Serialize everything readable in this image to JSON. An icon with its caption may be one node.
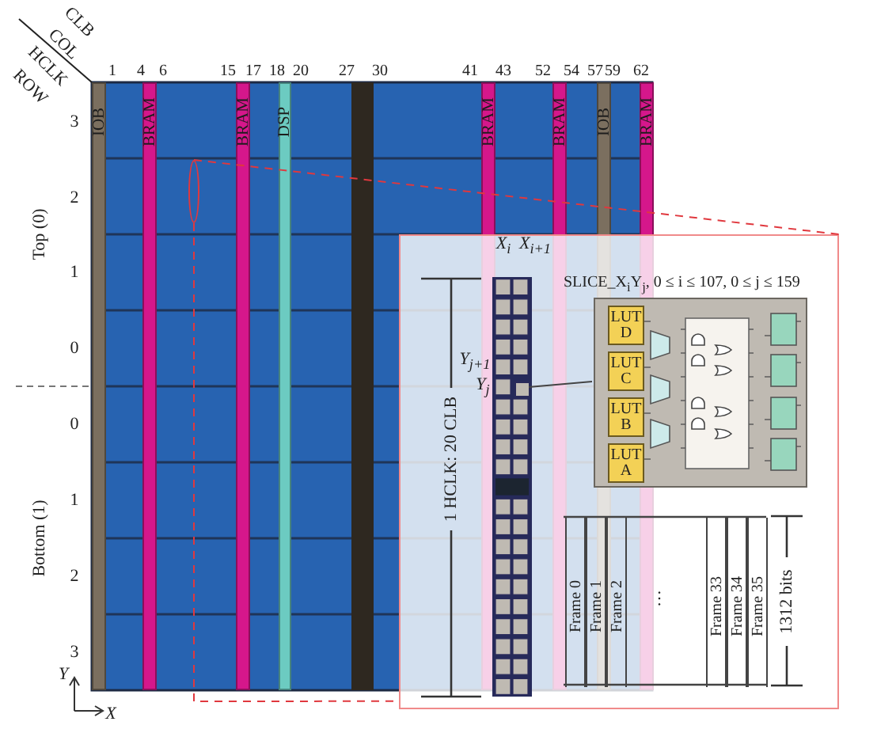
{
  "diagram": {
    "nodes": [
      {
        "text": [
          "IOB"
        ]
      },
      {
        "text": [
          "BRAM"
        ]
      },
      {
        "text": [
          "BRAM"
        ]
      },
      {
        "text": [
          "DSP"
        ]
      },
      {
        "text": [
          "BRAM"
        ]
      },
      {
        "text": [
          "BRAM"
        ]
      },
      {
        "text": [
          "IOB"
        ]
      },
      {
        "text": [
          "BRAM"
        ]
      },
      {
        "text": [],
        "shape": "ellipse"
      },
      {
        "text": [],
        "shape": "box"
      },
      {
        "text": [],
        "shape": "box",
        "in": 9
      },
      {
        "text": [
          "SLICE_X$_{i}$Y$_{j}$, 0 ≤ i ≤ 107, 0 ≤ j ≤ 159"
        ],
        "in": 9
      },
      {
        "text": [
          "LUT D"
        ],
        "in": 11
      },
      {
        "text": [
          "LUT C"
        ],
        "in": 11
      },
      {
        "text": [
          "LUT B"
        ],
        "in": 11
      },
      {
        "text": [
          "LUT A"
        ],
        "in": 11
      },
      {
        "text": [
          "Frame 0"
        ],
        "in": 9
      },
      {
        "text": [
          "Frame 1"
        ],
        "in": 9
      },
      {
        "text": [
          "Frame 2"
        ],
        "in": 9
      },
      {
        "text": [
          "Frame 33"
        ],
        "in": 9
      },
      {
        "text": [
          "Frame 34"
        ],
        "in": 9
      },
      {
        "text": [
          "Frame 35"
        ],
        "in": 9
      }
    ],
    "edges": [
      {
        "from": 8,
        "to": 9,
        "arrow": "none",
        "style": "dashed",
        "color": "#e0383e"
      },
      {
        "from": 8,
        "to": 9,
        "arrow": "none",
        "style": "dashed",
        "color": "#e0383e"
      },
      {
        "from": 10,
        "to": 11,
        "arrow": "none",
        "color": "#444444"
      }
    ],
    "labels": [
      "CLB",
      "COL",
      "HCLK",
      "ROW",
      "1",
      "4",
      "6",
      "15",
      "17",
      "18",
      "20",
      "27",
      "30",
      "41",
      "43",
      "52",
      "54",
      "57",
      "59",
      "62",
      "Top (0)",
      "3",
      "2",
      "1",
      "0",
      "Bottom (1)",
      "0",
      "1",
      "2",
      "3",
      "X$_{i}$",
      "X$_{i+1}$",
      "Y$_{j+1}$",
      "Y$_{j}$",
      "1 HCLK: 20 CLB",
      "…",
      "1312 bits",
      "Y",
      "X"
    ]
  }
}
